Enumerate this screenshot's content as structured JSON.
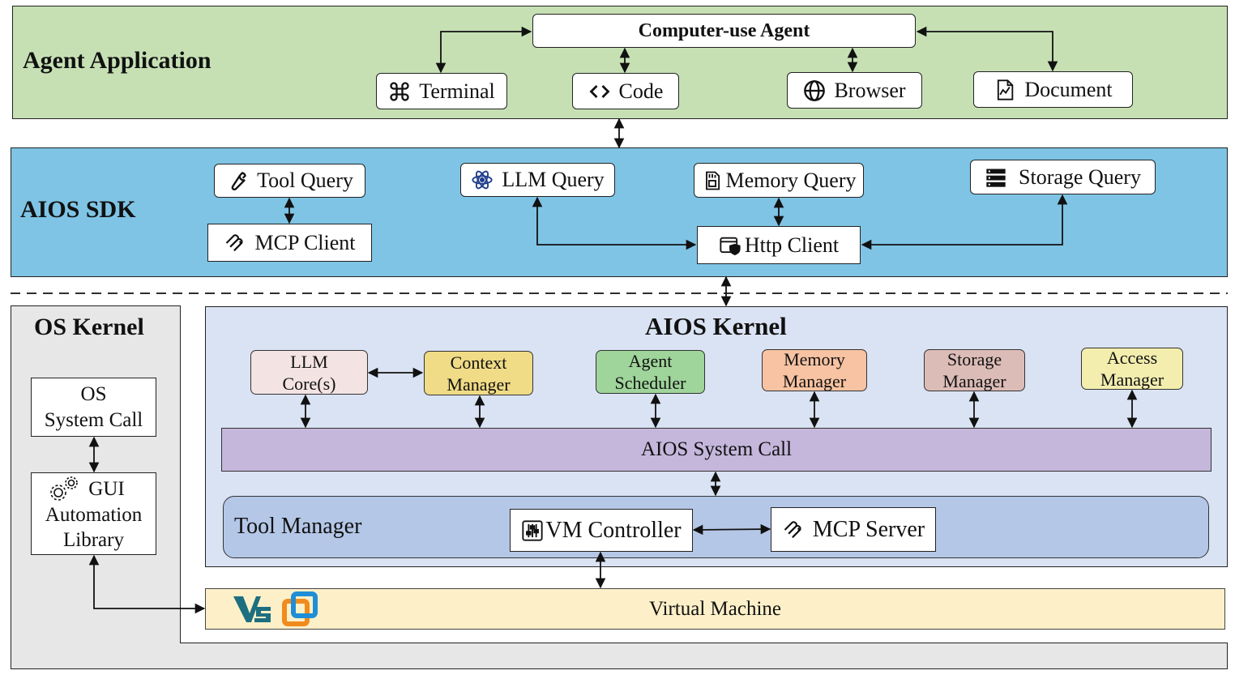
{
  "agent_application": {
    "title": "Agent Application",
    "agent": "Computer-use Agent",
    "tools": [
      {
        "label": "Terminal",
        "icon": "command-icon"
      },
      {
        "label": "Code",
        "icon": "code-icon"
      },
      {
        "label": "Browser",
        "icon": "globe-icon"
      },
      {
        "label": "Document",
        "icon": "document-chart-icon"
      }
    ]
  },
  "aios_sdk": {
    "title": "AIOS SDK",
    "tool_query": "Tool Query",
    "mcp_client": "MCP Client",
    "llm_query": "LLM Query",
    "memory_query": "Memory Query",
    "http_client": "Http Client",
    "storage_query": "Storage Query"
  },
  "os_kernel": {
    "title": "OS Kernel",
    "system_call": [
      "OS",
      "System Call"
    ],
    "gui_library": [
      "GUI",
      "Automation",
      "Library"
    ]
  },
  "aios_kernel": {
    "title": "AIOS Kernel",
    "modules": [
      {
        "lines": [
          "LLM",
          "Core(s)"
        ],
        "color": "#f4e3e3"
      },
      {
        "lines": [
          "Context",
          "Manager"
        ],
        "color": "#f0db86"
      },
      {
        "lines": [
          "Agent",
          "Scheduler"
        ],
        "color": "#9fd49a"
      },
      {
        "lines": [
          "Memory",
          "Manager"
        ],
        "color": "#f7c3a2"
      },
      {
        "lines": [
          "Storage",
          "Manager"
        ],
        "color": "#dcbcb7"
      },
      {
        "lines": [
          "Access",
          "Manager"
        ],
        "color": "#f3eeae"
      }
    ],
    "system_call": "AIOS System Call",
    "tool_manager": "Tool Manager",
    "vm_controller": "VM Controller",
    "mcp_server": "MCP Server"
  },
  "virtual_machine": {
    "label": "Virtual Machine"
  },
  "colors": {
    "agent_app_bg": "#c6e0b4",
    "sdk_bg": "#7fc4e5",
    "os_kernel_bg": "#e7e7e7",
    "aios_kernel_bg": "#dae3f3",
    "system_call_bg": "#c5b7dc",
    "tool_manager_bg": "#b4c7e7",
    "vm_bg": "#fdf0c8"
  }
}
